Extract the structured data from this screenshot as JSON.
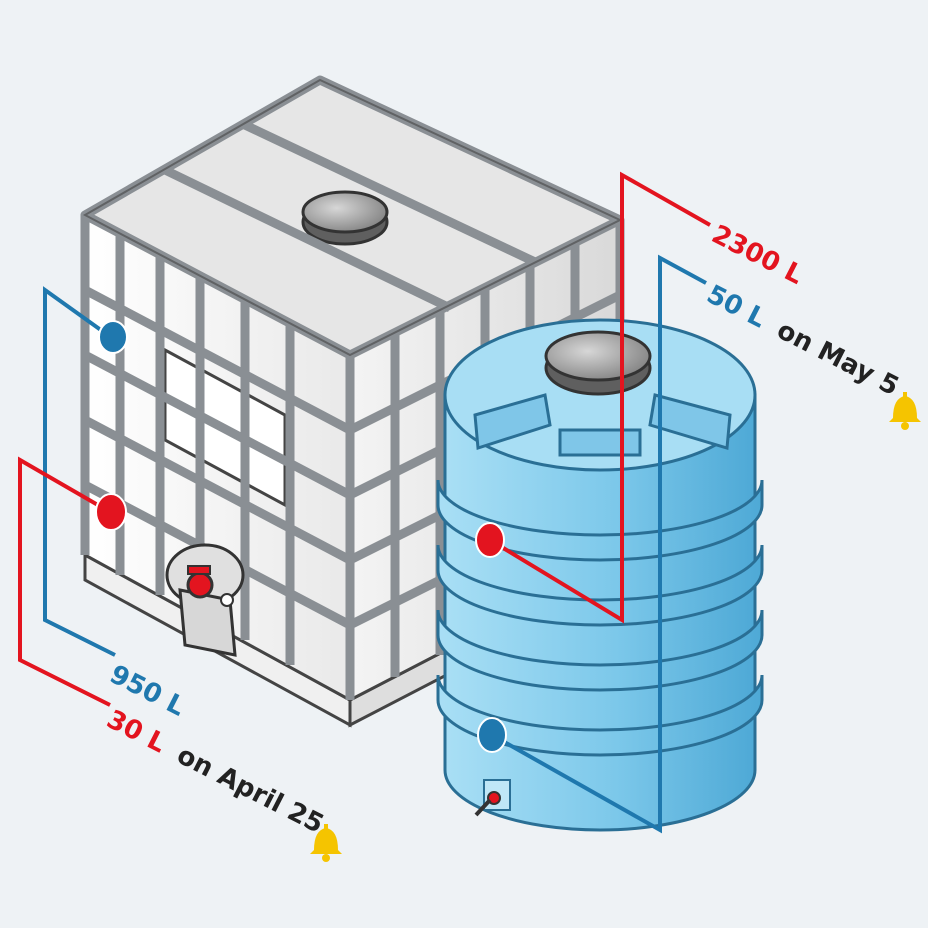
{
  "colors": {
    "background": "#eef2f5",
    "red": "#e3141f",
    "blue": "#1f78ae",
    "text_dark": "#222222",
    "bell": "#f5c400",
    "tank_blue": "#8fd3ef",
    "tank_blue_dark": "#5fb6de",
    "ibc_white": "#f7f7f7",
    "cage_grey": "#8a8f94"
  },
  "ibc_tank": {
    "capacity_label": "950 L",
    "level_label": "30 L",
    "alert_text": "on April 25",
    "alert_icon": "bell-icon"
  },
  "round_tank": {
    "capacity_label": "2300 L",
    "level_label": "50 L",
    "alert_text": "on May 5",
    "alert_icon": "bell-icon"
  }
}
